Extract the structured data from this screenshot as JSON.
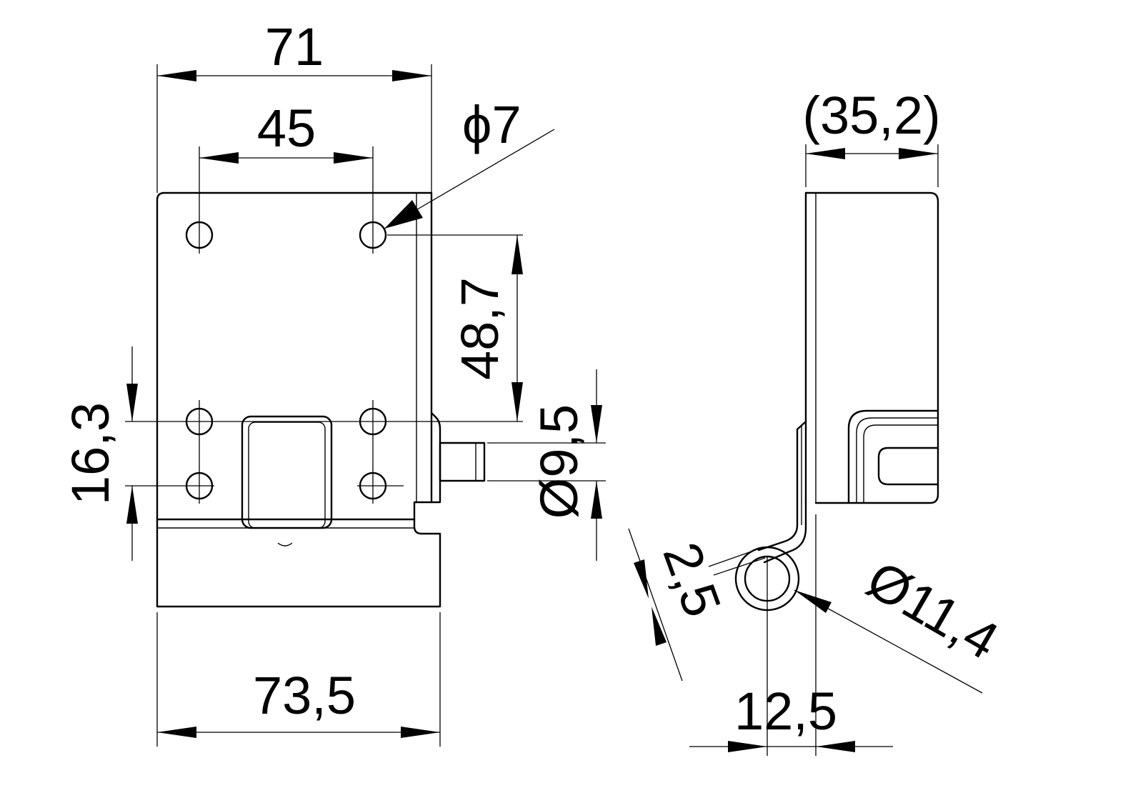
{
  "colors": {
    "line": "#000000",
    "background": "#ffffff"
  },
  "front_view": {
    "overall_width": "71",
    "hole_spacing": "45",
    "hole_diameter": "ϕ7",
    "vertical_hole_spacing": "48,7",
    "lower_hole_spacing": "16,3",
    "base_width": "73,5",
    "pin_diameter": "Ø9,5"
  },
  "side_view": {
    "overall_depth": "(35,2)",
    "sheet_thickness": "2,5",
    "knuckle_diameter": "Ø11,4",
    "knuckle_offset": "12,5"
  }
}
